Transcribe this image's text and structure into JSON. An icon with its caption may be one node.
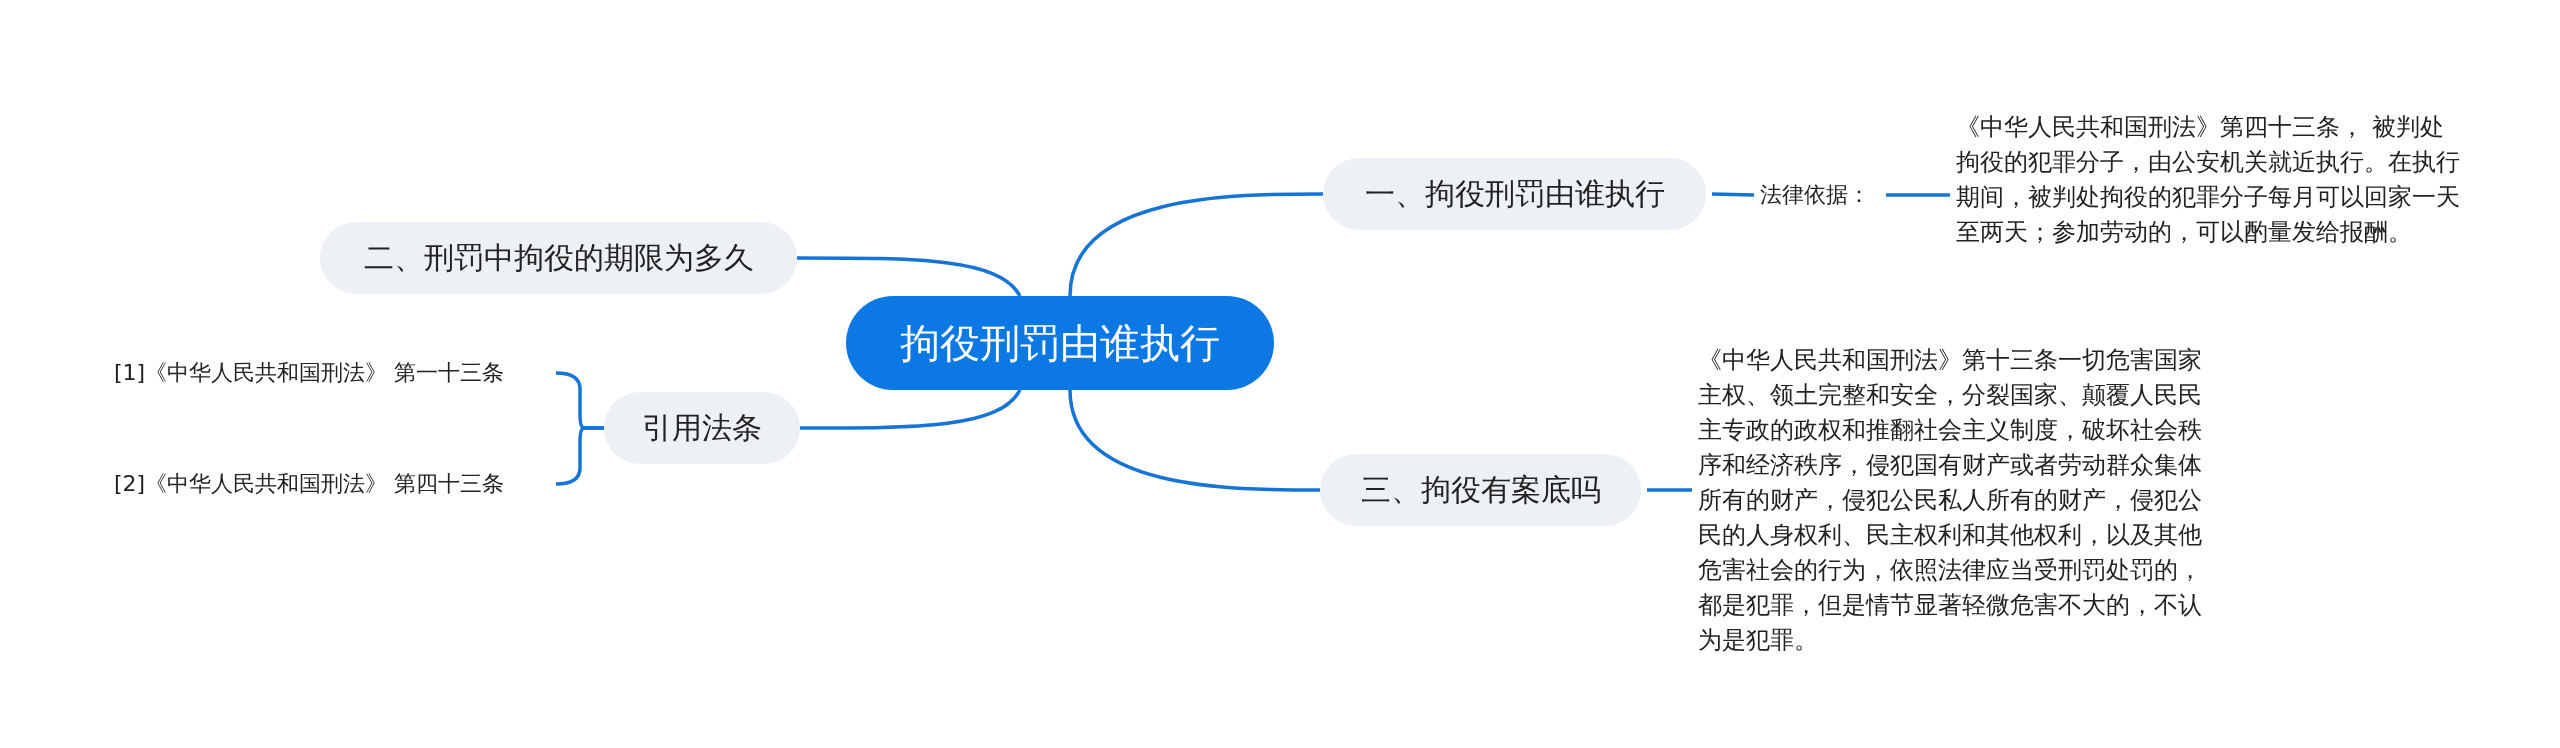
{
  "diagram": {
    "nodes": [
      {
        "text": [
          "拘役刑罚由谁执行"
        ]
      },
      {
        "text": [
          "一、拘役刑罚由谁执行"
        ]
      },
      {
        "text": [
          "法律依据："
        ]
      },
      {
        "text": [
          "《中华人民共和国刑法》第四十三条， 被判处拘役的犯罪分子，由公安机关就近执行。在执行期间，被判处拘役的犯罪分子每月可以回家一天至两天；参加劳动的，可以酌量发给报酬。"
        ]
      },
      {
        "text": [
          "二、刑罚中拘役的期限为多久"
        ]
      },
      {
        "text": [
          "引用法条"
        ]
      },
      {
        "text": [
          "[1]《中华人民共和国刑法》 第一十三条"
        ]
      },
      {
        "text": [
          "[2]《中华人民共和国刑法》 第四十三条"
        ]
      },
      {
        "text": [
          "三、拘役有案底吗"
        ]
      },
      {
        "text": [
          "《中华人民共和国刑法》第十三条一切危害国家主权、领土完整和安全，分裂国家、颠覆人民民主专政的政权和推翻社会主义制度，破坏社会秩序和经济秩序，侵犯国有财产或者劳动群众集体所有的财产，侵犯公民私人所有的财产，侵犯公民的人身权利、民主权利和其他权利，以及其他危害社会的行为，依照法律应当受刑罚处罚的，都是犯罪，但是情节显著轻微危害不大的，不认为是犯罪。"
        ]
      }
    ],
    "edges": [
      {
        "from": 0,
        "to": 1,
        "arrow": "none"
      },
      {
        "from": 0,
        "to": 4,
        "arrow": "none"
      },
      {
        "from": 0,
        "to": 5,
        "arrow": "none"
      },
      {
        "from": 0,
        "to": 8,
        "arrow": "none"
      },
      {
        "from": 1,
        "to": 2,
        "arrow": "none"
      },
      {
        "from": 2,
        "to": 3,
        "arrow": "none"
      },
      {
        "from": 5,
        "to": 6,
        "arrow": "none"
      },
      {
        "from": 5,
        "to": 7,
        "arrow": "none"
      },
      {
        "from": 8,
        "to": 9,
        "arrow": "none"
      }
    ]
  }
}
